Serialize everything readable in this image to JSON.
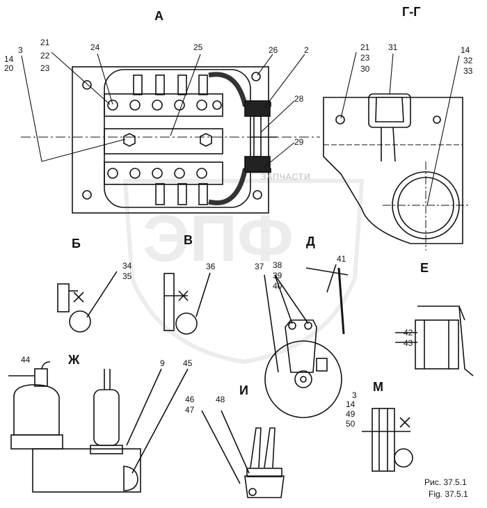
{
  "views": {
    "A": "А",
    "GG": "Г-Г",
    "B": "Б",
    "V": "В",
    "D": "Д",
    "E": "Е",
    "ZH": "Ж",
    "I": "И",
    "M": "М"
  },
  "labels": {
    "n3a": "3",
    "n14a": "14",
    "n20": "20",
    "n21a": "21",
    "n22": "22",
    "n23a": "23",
    "n24": "24",
    "n25": "25",
    "n26": "26",
    "n2": "2",
    "n28": "28",
    "n29": "29",
    "n21b": "21",
    "n23b": "23",
    "n30": "30",
    "n31": "31",
    "n14b": "14",
    "n32": "32",
    "n33": "33",
    "n34": "34",
    "n35": "35",
    "n36": "36",
    "n37": "37",
    "n38": "38",
    "n39": "39",
    "n40": "40",
    "n41": "41",
    "n42": "42",
    "n43": "43",
    "n44": "44",
    "n9": "9",
    "n45": "45",
    "n46": "46",
    "n47": "47",
    "n48": "48",
    "n3b": "3",
    "n14c": "14",
    "n49": "49",
    "n50": "50"
  },
  "caption": {
    "ru": "Рис. 37.5.1",
    "en": "Fig. 37.5.1"
  },
  "watermark": {
    "letters": "ЭПФ",
    "text": "ЗАПЧАСТИ"
  }
}
